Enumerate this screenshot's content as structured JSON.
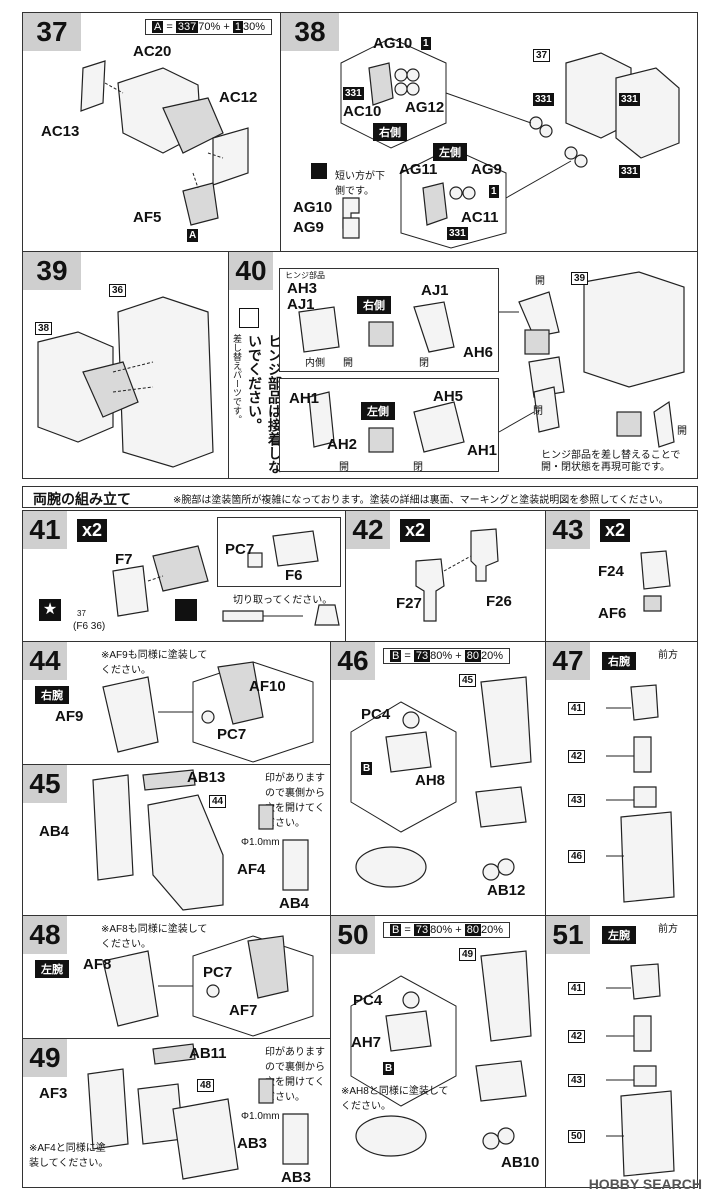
{
  "watermark": "HOBBY SEARCH",
  "section": {
    "title": "両腕の組み立て",
    "note": "※腕部は塗装箇所が複雑になっております。塗装の詳細は裏面、マーキングと塗装説明図を参照してください。"
  },
  "steps": {
    "s37": {
      "num": "37",
      "paint_key": "A",
      "paint_c1": "337",
      "paint_p1": "70%",
      "paint_c2": "1",
      "paint_p2": "30%",
      "parts": [
        "AC20",
        "AC12",
        "AC13",
        "AF5"
      ],
      "mark": "A"
    },
    "s38": {
      "num": "38",
      "parts": [
        "AG10",
        "AC10",
        "AG12",
        "AG11",
        "AG9",
        "AC11"
      ],
      "right": "右側",
      "left": "左側",
      "note": "短い方が下側です。",
      "ref": "37",
      "codes": [
        "1",
        "331",
        "331",
        "1",
        "331",
        "331",
        "331"
      ],
      "ag10": "AG10",
      "ag9": "AG9"
    },
    "s39": {
      "num": "39",
      "ref1": "36",
      "ref2": "38"
    },
    "s40": {
      "num": "40",
      "vnote": "ヒンジ部品は接着しないでください。",
      "vsub": "差し替えパーツです。",
      "hinge": "ヒンジ部品",
      "right": "右側",
      "left": "左側",
      "open": "開",
      "closed": "閉",
      "parts": [
        "AH3",
        "AJ1",
        "AJ1",
        "AH6",
        "AH1",
        "AH5",
        "AH2",
        "AH1"
      ],
      "inner": "内側",
      "ref": "39",
      "foot": "ヒンジ部品を差し替えることで開・閉状態を再現可能です。"
    },
    "s41": {
      "num": "41",
      "x2": "x2",
      "parts": [
        "F7",
        "PC7",
        "F6"
      ],
      "cut": "切り取ってください。",
      "star": "37",
      "starsub": "(F6 36)"
    },
    "s42": {
      "num": "42",
      "x2": "x2",
      "parts": [
        "F27",
        "F26"
      ]
    },
    "s43": {
      "num": "43",
      "x2": "x2",
      "parts": [
        "F24",
        "AF6"
      ]
    },
    "s44": {
      "num": "44",
      "tag": "右腕",
      "note": "※AF9も同様に塗装してください。",
      "parts": [
        "AF9",
        "AF10",
        "PC7"
      ]
    },
    "s45": {
      "num": "45",
      "note": "印がありますので裏側から穴を開けてください。",
      "drill": "Φ1.0mm",
      "parts": [
        "AB13",
        "AB4",
        "AF4",
        "AB4"
      ],
      "ref": "44"
    },
    "s46": {
      "num": "46",
      "paint_key": "B",
      "paint_c1": "73",
      "paint_p1": "80%",
      "paint_c2": "80",
      "paint_p2": "20%",
      "parts": [
        "PC4",
        "AH8",
        "AB12"
      ],
      "ref": "45"
    },
    "s47": {
      "num": "47",
      "tag": "右腕",
      "front": "前方",
      "refs": [
        "41",
        "42",
        "43",
        "46"
      ]
    },
    "s48": {
      "num": "48",
      "tag": "左腕",
      "note": "※AF8も同様に塗装してください。",
      "parts": [
        "AF8",
        "PC7",
        "AF7"
      ]
    },
    "s49": {
      "num": "49",
      "note": "印がありますので裏側から穴を開けてください。",
      "drill": "Φ1.0mm",
      "parts": [
        "AB11",
        "AF3",
        "AB3",
        "AB3"
      ],
      "ref": "48",
      "note2": "※AF4と同様に塗装してください。"
    },
    "s50": {
      "num": "50",
      "paint_key": "B",
      "paint_c1": "73",
      "paint_p1": "80%",
      "paint_c2": "80",
      "paint_p2": "20%",
      "parts": [
        "PC4",
        "AH7",
        "AB10"
      ],
      "ref": "49",
      "note": "※AH8と同様に塗装してください。"
    },
    "s51": {
      "num": "51",
      "tag": "左腕",
      "front": "前方",
      "refs": [
        "41",
        "42",
        "43",
        "50"
      ]
    }
  }
}
